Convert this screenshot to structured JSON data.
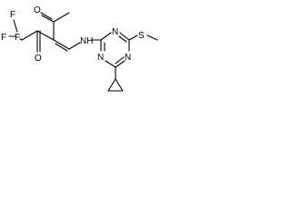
{
  "molecule": {
    "atoms": {
      "fluorine_top": "F",
      "fluorine_mid": "F",
      "fluorine_left": "F",
      "ketone_oxygen_left": "O",
      "ketone_oxygen_top": "O",
      "amine": "NH",
      "ring_nitrogen_top": "N",
      "ring_nitrogen_left": "N",
      "ring_nitrogen_bottom": "N",
      "sulfur": "S"
    }
  }
}
